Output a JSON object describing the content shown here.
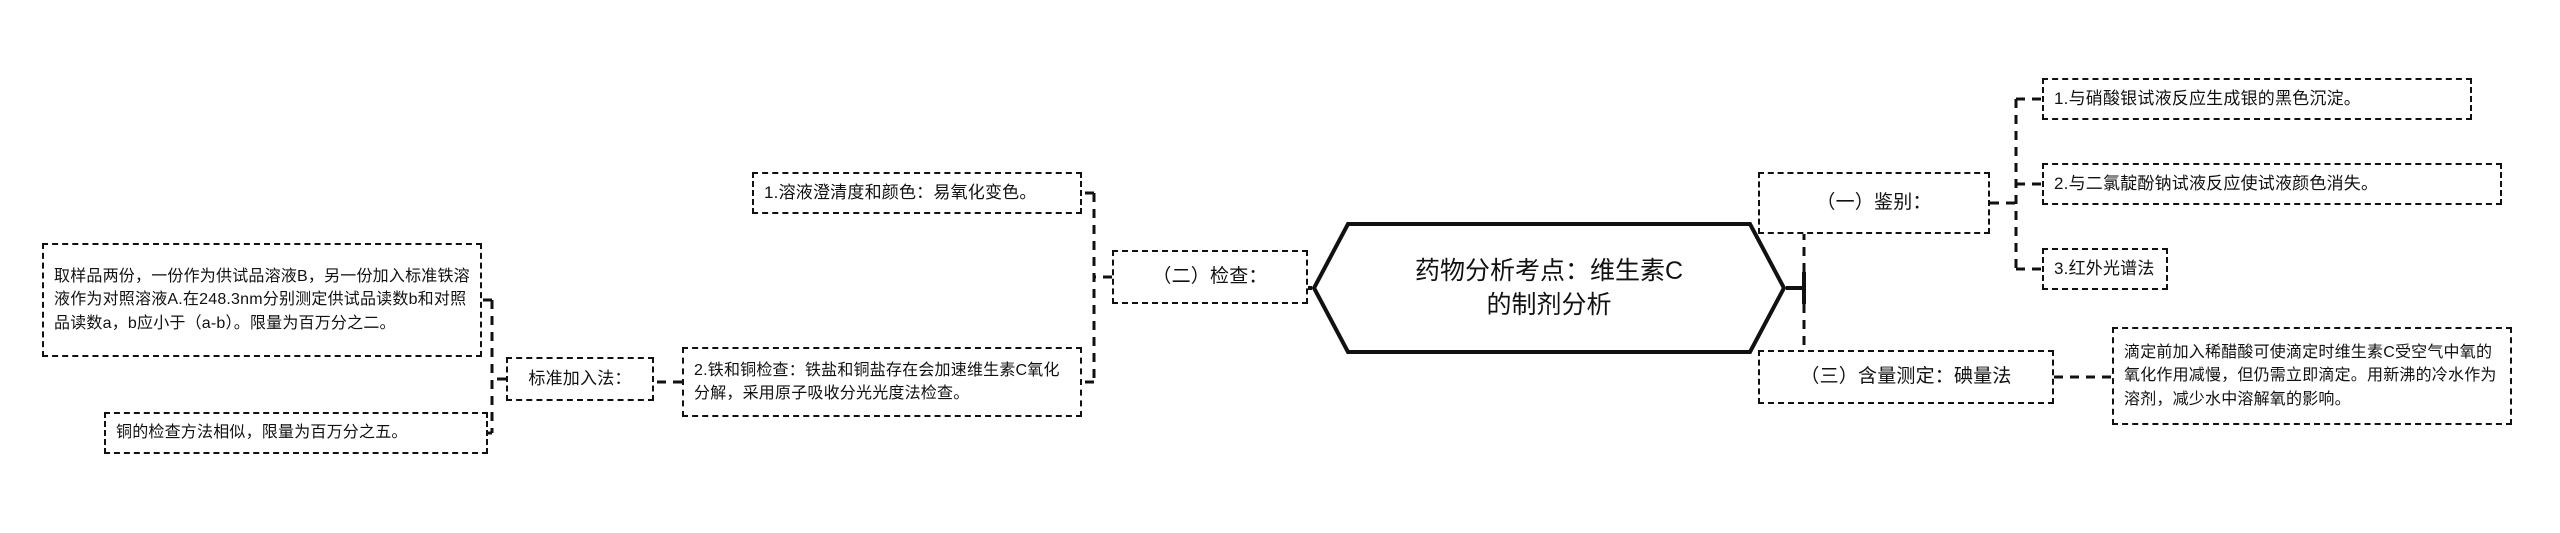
{
  "diagram": {
    "type": "mindmap",
    "orientation": "horizontal-bidirectional",
    "root": {
      "label": "药物分析考点：维生素C\n的制剂分析",
      "line1": "药物分析考点：维生素C",
      "line2": "的制剂分析",
      "shape": "hexagon",
      "border_color": "#111111",
      "border_style": "solid"
    },
    "branches": {
      "identification": {
        "label": "（一）鉴别：",
        "side": "right",
        "children": [
          {
            "label": "1.与硝酸银试液反应生成银的黑色沉淀。"
          },
          {
            "label": "2.与二氯靛酚钠试液反应使试液颜色消失。"
          },
          {
            "label": "3.红外光谱法"
          }
        ]
      },
      "inspection": {
        "label": "（二）检查：",
        "side": "left",
        "children": [
          {
            "label": "1.溶液澄清度和颜色：易氧化变色。"
          },
          {
            "label": "2.铁和铜检查：铁盐和铜盐存在会加速维生素C氧化分解，采用原子吸收分光光度法检查。",
            "children": [
              {
                "label": "标准加入法：",
                "children": [
                  {
                    "label": "取样品两份，一份作为供试品溶液B，另一份加入标准铁溶液作为对照溶液A.在248.3nm分别测定供试品读数b和对照品读数a，b应小于（a-b）。限量为百万分之二。"
                  },
                  {
                    "label": "铜的检查方法相似，限量为百万分之五。"
                  }
                ]
              }
            ]
          }
        ]
      },
      "assay": {
        "label": "（三）含量测定：碘量法",
        "side": "right",
        "children": [
          {
            "label": "滴定前加入稀醋酸可使滴定时维生素C受空气中氧的氧化作用减慢，但仍需立即滴定。用新沸的冷水作为溶剂，减少水中溶解氧的影响。"
          }
        ]
      }
    },
    "style": {
      "background": "#ffffff",
      "node_border": "#111111",
      "node_border_style": "dashed",
      "connector_color": "#111111",
      "connector_style": "dashed",
      "text_color": "#111111"
    }
  }
}
